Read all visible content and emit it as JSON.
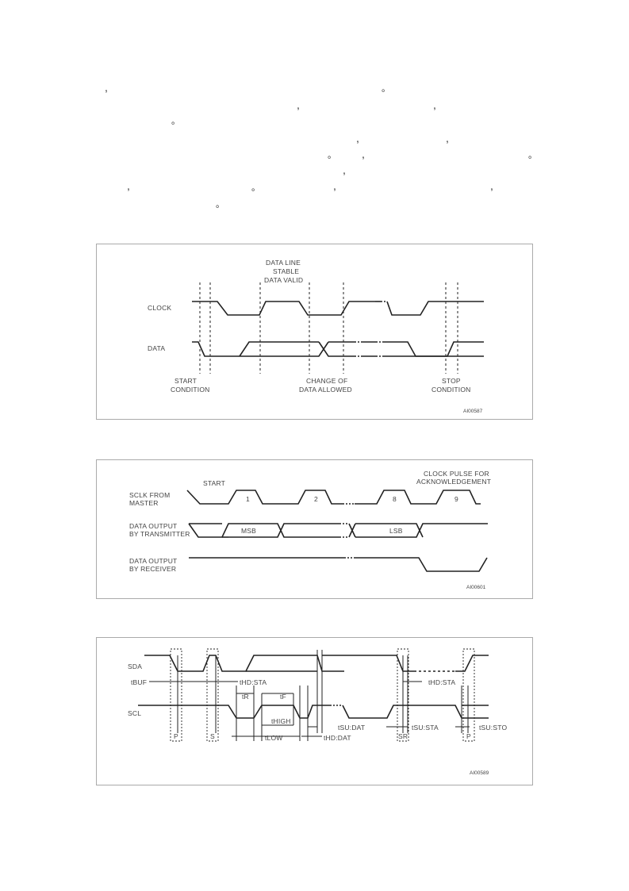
{
  "text_marks": [
    {
      "id": "m1",
      "glyph": ","
    },
    {
      "id": "m2",
      "glyph": "。"
    },
    {
      "id": "m3",
      "glyph": ","
    },
    {
      "id": "m4",
      "glyph": ","
    },
    {
      "id": "m5",
      "glyph": "。"
    },
    {
      "id": "m6",
      "glyph": ","
    },
    {
      "id": "m7",
      "glyph": ","
    },
    {
      "id": "m8",
      "glyph": "。"
    },
    {
      "id": "m9",
      "glyph": ","
    },
    {
      "id": "m10",
      "glyph": "。"
    },
    {
      "id": "m11",
      "glyph": ","
    },
    {
      "id": "m12",
      "glyph": ","
    },
    {
      "id": "m13",
      "glyph": "。"
    },
    {
      "id": "m14",
      "glyph": ","
    },
    {
      "id": "m15",
      "glyph": ","
    },
    {
      "id": "m16",
      "glyph": "。"
    }
  ],
  "figure1": {
    "header": [
      "DATA LINE",
      "STABLE",
      "DATA VALID"
    ],
    "clock_label": "CLOCK",
    "data_label": "DATA",
    "start": [
      "START",
      "CONDITION"
    ],
    "change": [
      "CHANGE OF",
      "DATA ALLOWED"
    ],
    "stop": [
      "STOP",
      "CONDITION"
    ],
    "code": "AI00587"
  },
  "figure2": {
    "start": "START",
    "clock_pulse": [
      "CLOCK PULSE FOR",
      "ACKNOWLEDGEMENT"
    ],
    "sclk_label": [
      "SCLK FROM",
      "MASTER"
    ],
    "tx_label": [
      "DATA OUTPUT",
      "BY TRANSMITTER"
    ],
    "rx_label": [
      "DATA OUTPUT",
      "BY RECEIVER"
    ],
    "pulses": [
      "1",
      "2",
      "8",
      "9"
    ],
    "msb": "MSB",
    "lsb": "LSB",
    "code": "AI00601"
  },
  "figure3": {
    "sda_label": "SDA",
    "scl_label": "SCL",
    "tbuf": "tBUF",
    "thd_sta": "tHD:STA",
    "thd_sta2": "tHD:STA",
    "tr": "tR",
    "tf": "tF",
    "thigh": "tHIGH",
    "tlow": "tLOW",
    "tsu_dat": "tSU:DAT",
    "thd_dat": "tHD:DAT",
    "tsu_sta": "tSU:STA",
    "tsu_sto": "tSU:STO",
    "p": "P",
    "s": "S",
    "sr": "SR",
    "p2": "P",
    "code": "AI00589"
  }
}
